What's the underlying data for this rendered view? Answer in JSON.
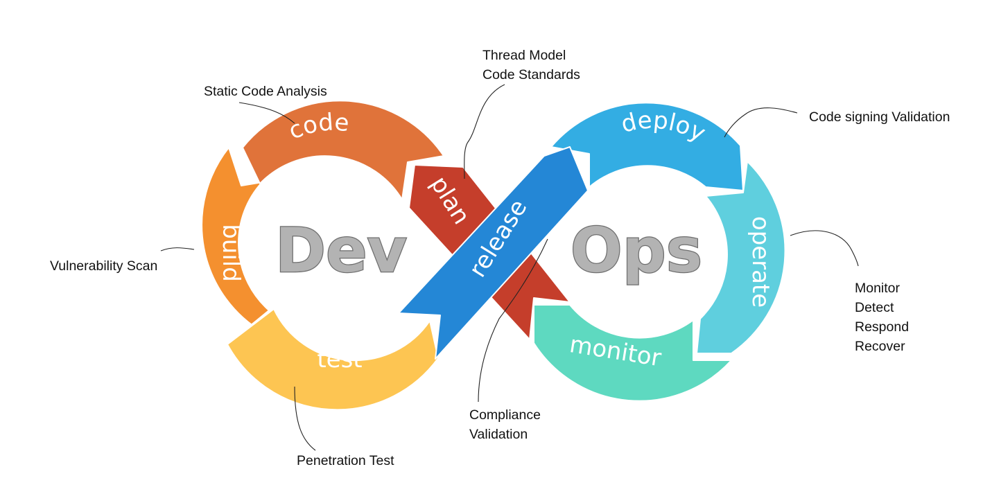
{
  "center": {
    "left_word": "Dev",
    "right_word": "Ops"
  },
  "segments": {
    "code": {
      "label": "code",
      "color": "#E0733A"
    },
    "build": {
      "label": "build",
      "color": "#F4902F"
    },
    "test": {
      "label": "test",
      "color": "#FDC552"
    },
    "plan": {
      "label": "plan",
      "color": "#C53E2B"
    },
    "release": {
      "label": "release",
      "color": "#2487D6"
    },
    "deploy": {
      "label": "deploy",
      "color": "#33ADE3"
    },
    "operate": {
      "label": "operate",
      "color": "#5FCFDE"
    },
    "monitor": {
      "label": "monitor",
      "color": "#5ED9C0"
    }
  },
  "annotations": {
    "static_code": [
      "Static Code Analysis"
    ],
    "thread_model": [
      "Thread Model",
      "Code Standards"
    ],
    "code_signing": [
      "Code signing Validation"
    ],
    "vulnerability": [
      "Vulnerability Scan"
    ],
    "monitor_detect": [
      "Monitor",
      "Detect",
      "Respond",
      "Recover"
    ],
    "compliance": [
      "Compliance",
      "Validation"
    ],
    "penetration": [
      "Penetration Test"
    ]
  }
}
